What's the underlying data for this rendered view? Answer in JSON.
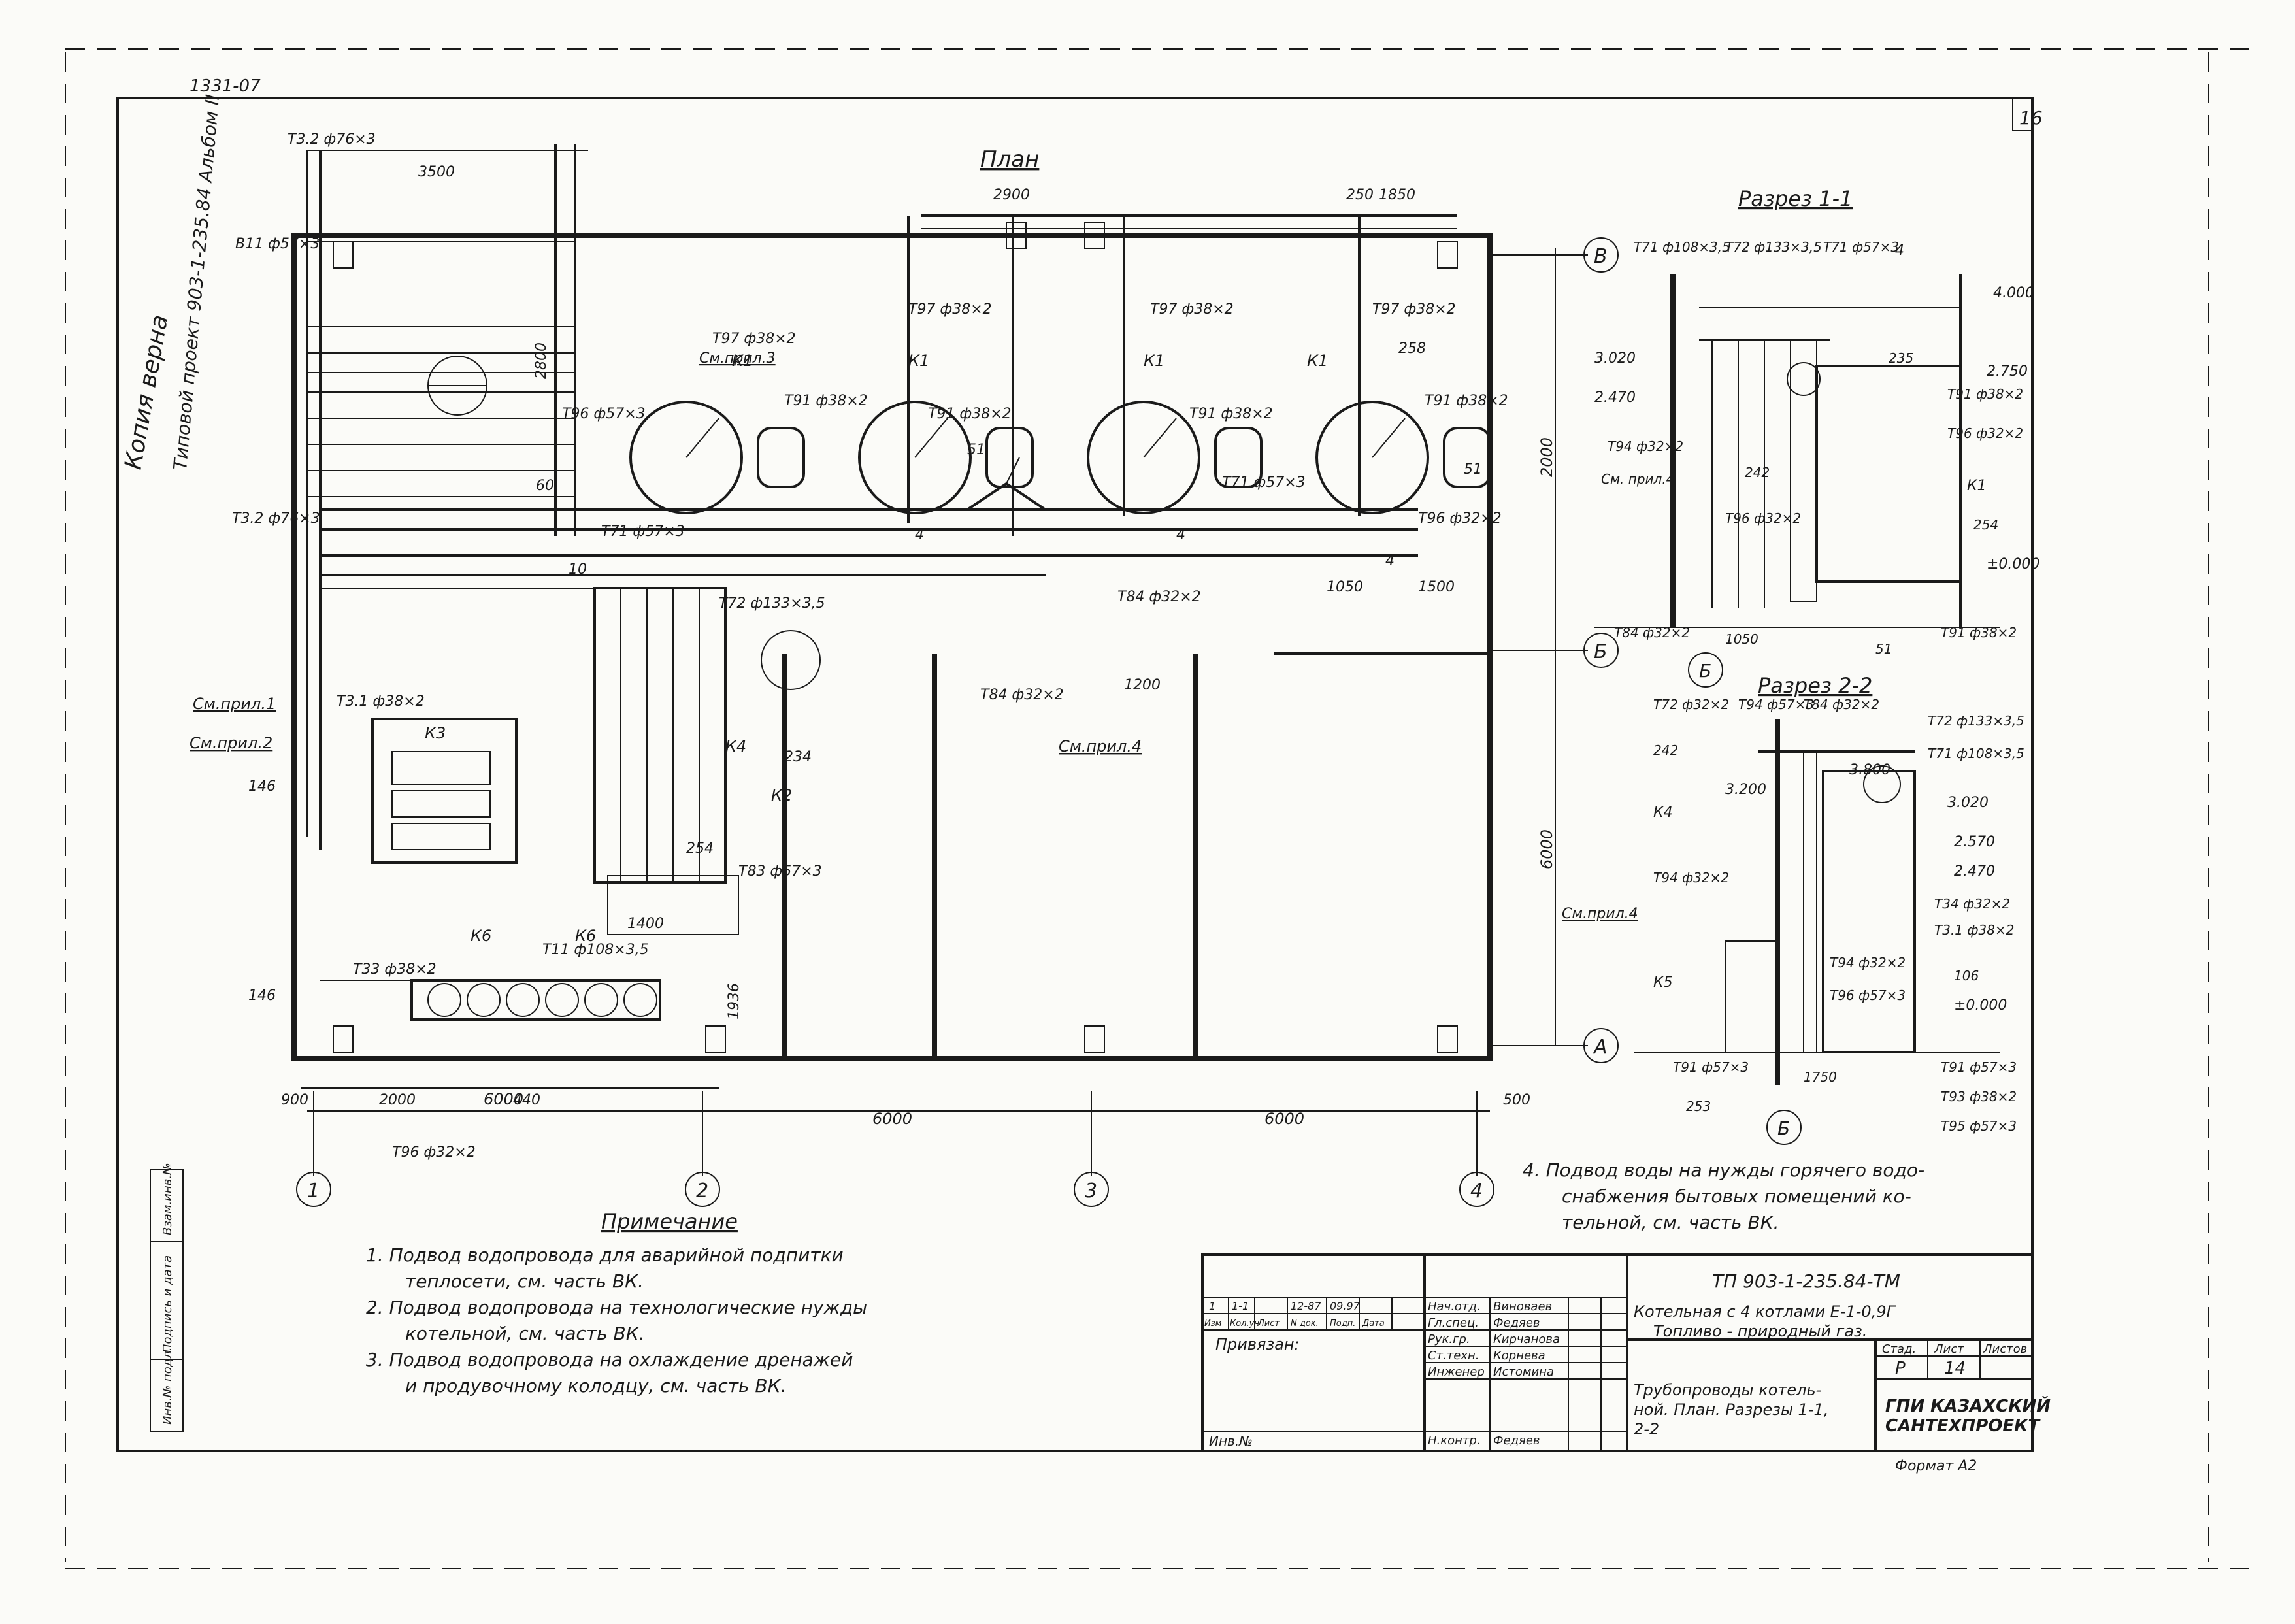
{
  "sheet": {
    "sheet_number": "16",
    "corner_mark": "1331-07",
    "stamp_copy": "Копия верна",
    "stamp_project": "Типовой проект 903-1-235.84 Альбом II"
  },
  "plan": {
    "title": "План",
    "axes_letters": [
      "В",
      "Б",
      "А"
    ],
    "axes_numbers": [
      "1",
      "2",
      "3",
      "4"
    ],
    "dims": {
      "bay1": "6000",
      "bay2": "6000",
      "bay3": "6000",
      "left_900": "900",
      "left_2000": "2000",
      "d440": "440",
      "right_500": "500",
      "h2000": "2000",
      "h6000": "6000",
      "top_3500": "3500",
      "top_2900": "2900",
      "top_1850": "1850",
      "d250": "250",
      "d2800": "2800",
      "d1050": "1050",
      "d1500": "1500",
      "d1400": "1400",
      "d1200": "1200",
      "d1936": "1936"
    },
    "labels": {
      "boiler": "К1",
      "deaerator": "К3",
      "pump_k4": "К4",
      "pump_k2": "К2",
      "collector_k6": "К6",
      "cm_pril4": "См.прил.4",
      "cm_pril1": "См.прил.1",
      "cm_pril2": "См.прил.2",
      "cm_pril3": "См.прил.3",
      "t71_57": "Т71 ф57×3",
      "t91_38": "Т91 ф38×2",
      "t97_38": "Т97 ф38×2",
      "t96_57": "Т96 ф57×3",
      "t96_32": "Т96 ф32×2",
      "t11_108": "Т11 ф108×3,5",
      "t33_38": "Т33 ф38×2",
      "t83_57": "Т83 ф57×3",
      "t84_32": "Т84 ф32×2",
      "t72_133": "Т72 ф133×3,5",
      "b11_57": "В11 ф57×3",
      "t32_76": "Т3.2 ф76×3",
      "t31_38": "Т3.1 ф38×2",
      "n4": "4",
      "n10": "10",
      "n51": "51",
      "n60": "60",
      "n146": "146",
      "n234": "234",
      "n254": "254",
      "n258": "258"
    }
  },
  "section11": {
    "title": "Разрез 1-1",
    "marks": [
      "4.000",
      "2.750",
      "3.020",
      "2.470",
      "±0.000"
    ],
    "labels": {
      "t71_108": "Т71 ф108×3,5",
      "t72_133": "Т72 ф133×3,5",
      "t71_57": "Т71 ф57×3",
      "t91": "Т91 ф38×2",
      "t96": "Т96 ф32×2",
      "t94": "Т94 ф32×2",
      "t84": "Т84 ф32×2",
      "k1": "К1",
      "n4": "4",
      "n51": "51",
      "n235": "235",
      "n242": "242",
      "n254": "254",
      "cm": "См. прил.4",
      "d1050": "1050"
    }
  },
  "section22": {
    "title": "Разрез 2-2",
    "marks": [
      "3.800",
      "3.200",
      "3.020",
      "2.570",
      "2.470",
      "±0.000"
    ],
    "labels": {
      "t72_32": "Т72 ф32×2",
      "t94_57": "Т94 ф57×3",
      "t84_32": "Т84 ф32×2",
      "t72_133": "Т72 ф133×3,5",
      "t71_108": "Т71 ф108×3,5",
      "t34": "Т34 ф32×2",
      "t31": "Т3.1 ф38×2",
      "t94_32": "Т94 ф32×2",
      "t96": "Т96 ф57×3",
      "t91": "Т91 ф57×3",
      "t93": "Т93 ф38×2",
      "t95": "Т95 ф57×3",
      "k4": "К4",
      "k5": "К5",
      "cm": "См.прил.4",
      "n106": "106",
      "n242": "242",
      "n253": "253",
      "d1750": "1750"
    }
  },
  "notes": {
    "heading": "Примечание",
    "items": [
      "1. Подвод водопровода для аварийной подпитки",
      "теплосети, см. часть ВК.",
      "2. Подвод водопровода на технологические нужды",
      "котельной, см. часть ВК.",
      "3. Подвод водопровода на охлаждение дренажей",
      "и продувочному колодцу, см. часть ВК."
    ],
    "item4": [
      "4. Подвод воды на нужды горячего водо-",
      "снабжения бытовых помещений ко-",
      "тельной, см. часть ВК."
    ]
  },
  "title_block": {
    "doc_code": "ТП 903-1-235.84-ТМ",
    "object_line1": "Котельная с 4 котлами Е-1-0,9Г",
    "object_line2": "Топливо - природный газ.",
    "sheet_title_line1": "Трубопроводы котель-",
    "sheet_title_line2": "ной. План. Разрезы 1-1,",
    "sheet_title_line3": "2-2",
    "stage_label": "Стад.",
    "sheet_label": "Лист",
    "sheets_label": "Листов",
    "stage": "Р",
    "sheet": "14",
    "org_line1": "ГПИ КАЗАХСКИЙ",
    "org_line2": "САНТЕХПРОЕКТ",
    "format": "Формат А2",
    "bound": "Привязан:",
    "inv": "Инв.№",
    "rev": {
      "n": "1",
      "code": "1-1",
      "date": "12-87",
      "date2": "09.97"
    },
    "rev_headers": [
      "Изм",
      "Кол.уч",
      "Лист",
      "N док.",
      "Подп.",
      "Дата"
    ],
    "roles": [
      "Нач.отд.",
      "Гл.спец.",
      "Рук.гр.",
      "Ст.техн.",
      "Инженер",
      "Н.контр."
    ],
    "names": [
      "Виноваев",
      "Федяев",
      "Кирчанова",
      "Корнева",
      "Истомина",
      "Федяев"
    ],
    "side_labels": [
      "Инв.№ подл.",
      "Подпись и дата",
      "Взам.инв.№"
    ]
  }
}
